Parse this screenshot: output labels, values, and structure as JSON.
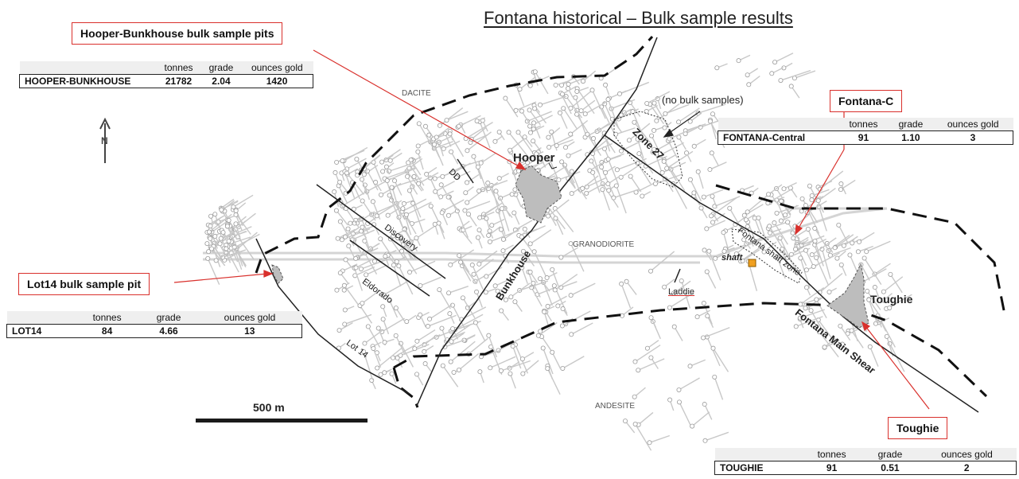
{
  "title": "Fontana historical – Bulk sample results",
  "callouts": {
    "hooper_bunkhouse": "Hooper-Bunkhouse bulk sample pits",
    "lot14": "Lot14 bulk sample pit",
    "fontana_c": "Fontana-C",
    "toughie": "Toughie"
  },
  "table_headers": {
    "tonnes": "tonnes",
    "grade": "grade",
    "ounces": "ounces gold"
  },
  "tables": {
    "hooper_bunkhouse": {
      "name": "HOOPER-BUNKHOUSE",
      "tonnes": "21782",
      "grade": "2.04",
      "ounces": "1420"
    },
    "lot14": {
      "name": "LOT14",
      "tonnes": "84",
      "grade": "4.66",
      "ounces": "13"
    },
    "fontana_central": {
      "name": "FONTANA-Central",
      "tonnes": "91",
      "grade": "1.10",
      "ounces": "3"
    },
    "toughie": {
      "name": "TOUGHIE",
      "tonnes": "91",
      "grade": "0.51",
      "ounces": "2"
    }
  },
  "map_labels": {
    "dacite": "DACITE",
    "granodiorite": "GRANODIORITE",
    "andesite": "ANDESITE",
    "no_bulk": "(no bulk samples)",
    "zone27": "Zone 27",
    "hooper": "Hooper",
    "bunkhouse": "Bunkhouse",
    "discovery": "Discovery",
    "eldorado": "Eldorado",
    "dd": "DD",
    "lot14_vein": "Lot 14",
    "fontana_shaft_zone": "Fontana shaft zone",
    "shaft": "shaft",
    "laddie": "Laddie",
    "toughie_pit": "Toughie",
    "fontana_main_shear": "Fontana Main Shear"
  },
  "north_arrow": "N",
  "scale_bar": "500 m",
  "colors": {
    "callout_border": "#d9302c",
    "drillhole": "#c8c8c8",
    "shaft_marker": "#f0a020"
  }
}
